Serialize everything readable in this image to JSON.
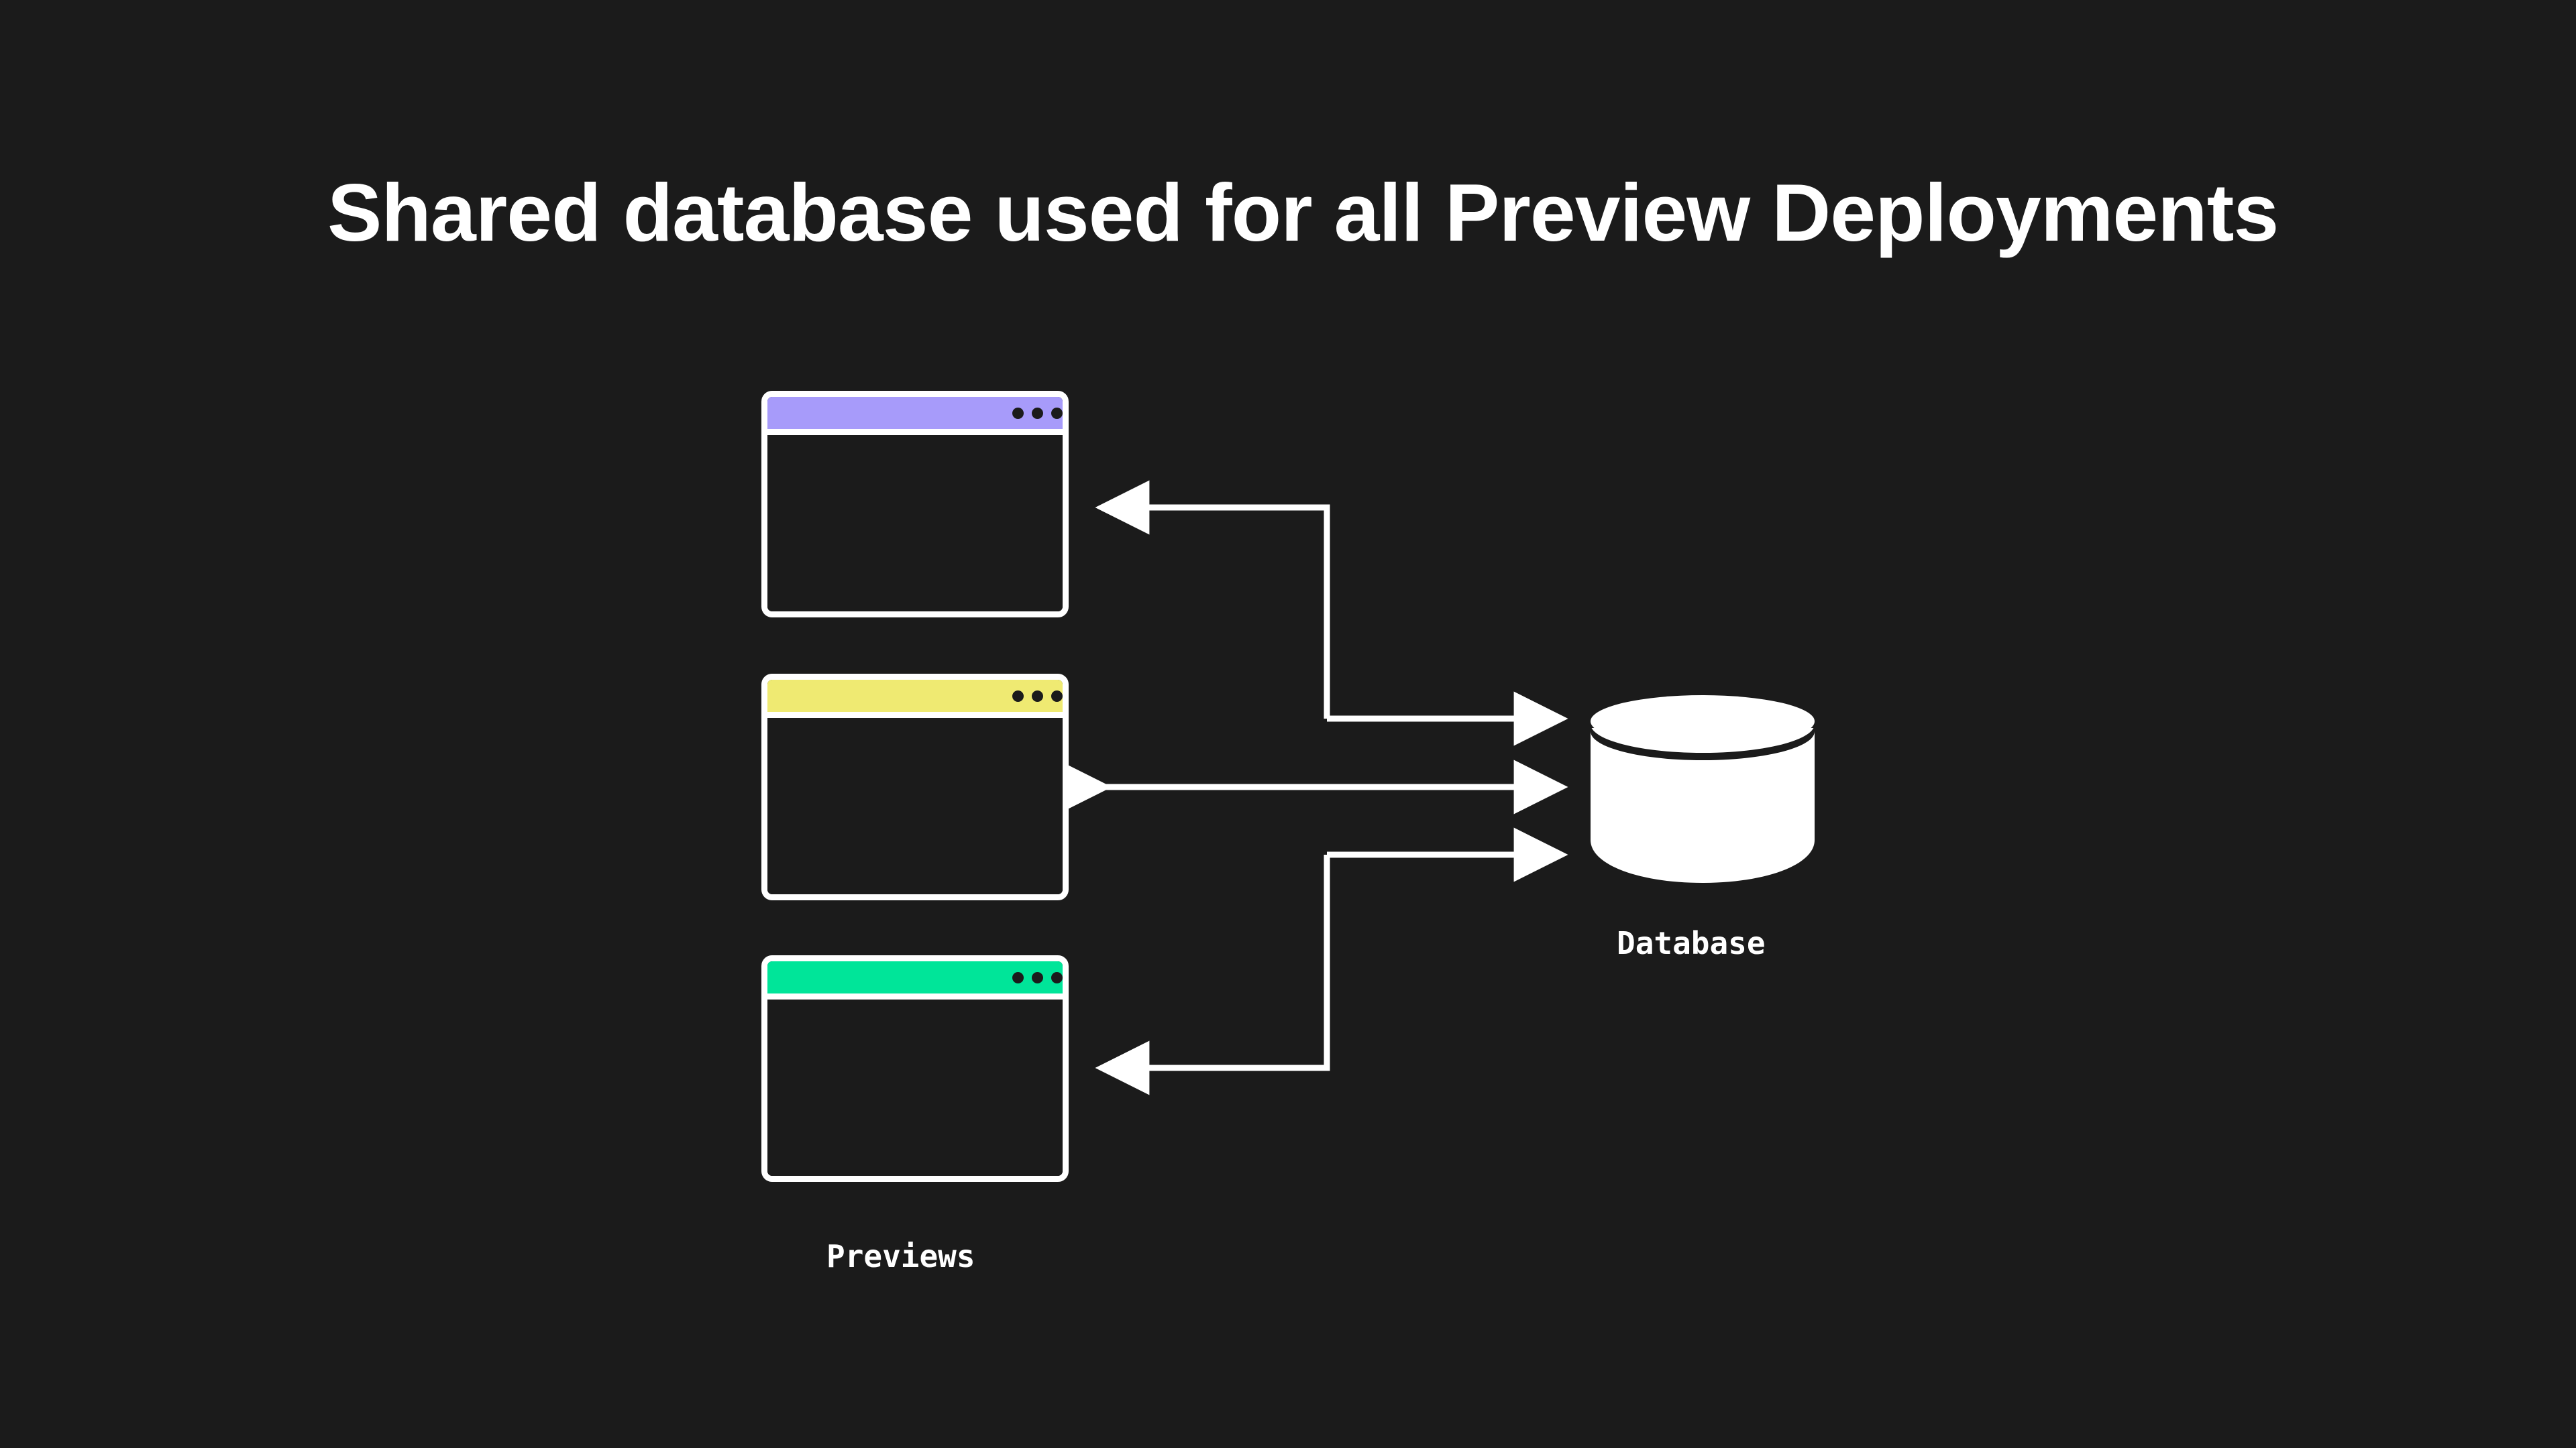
{
  "page": {
    "background_color": "#1b1b1b",
    "title": "Shared database used for all Preview Deployments",
    "title_color": "#ffffff"
  },
  "diagram": {
    "type": "architecture-flow",
    "nodes": [
      {
        "id": "preview-1",
        "kind": "browser-window",
        "titlebar_color": "#a79bfa",
        "dot_count": 3,
        "dot_color": "#1b1b1b",
        "frame_color": "#ffffff"
      },
      {
        "id": "preview-2",
        "kind": "browser-window",
        "titlebar_color": "#efea72",
        "dot_count": 3,
        "dot_color": "#1b1b1b",
        "frame_color": "#ffffff"
      },
      {
        "id": "preview-3",
        "kind": "browser-window",
        "titlebar_color": "#00e599",
        "dot_count": 3,
        "dot_color": "#1b1b1b",
        "frame_color": "#ffffff"
      },
      {
        "id": "database",
        "kind": "cylinder",
        "fill_color": "#ffffff"
      }
    ],
    "edges": [
      {
        "id": "edge-db-to-preview-1",
        "from": "database",
        "to": "preview-1",
        "direction": "one-way",
        "style": "orthogonal"
      },
      {
        "id": "edge-preview-2-to-db",
        "from": "preview-2",
        "to": "database",
        "direction": "two-way",
        "style": "straight"
      },
      {
        "id": "edge-db-to-preview-3",
        "from": "database",
        "to": "preview-3",
        "direction": "one-way",
        "style": "orthogonal"
      }
    ],
    "edge_color": "#ffffff",
    "group_label": "Previews",
    "database_label": "Database"
  },
  "labels": {
    "previews": "Previews",
    "database": "Database"
  }
}
